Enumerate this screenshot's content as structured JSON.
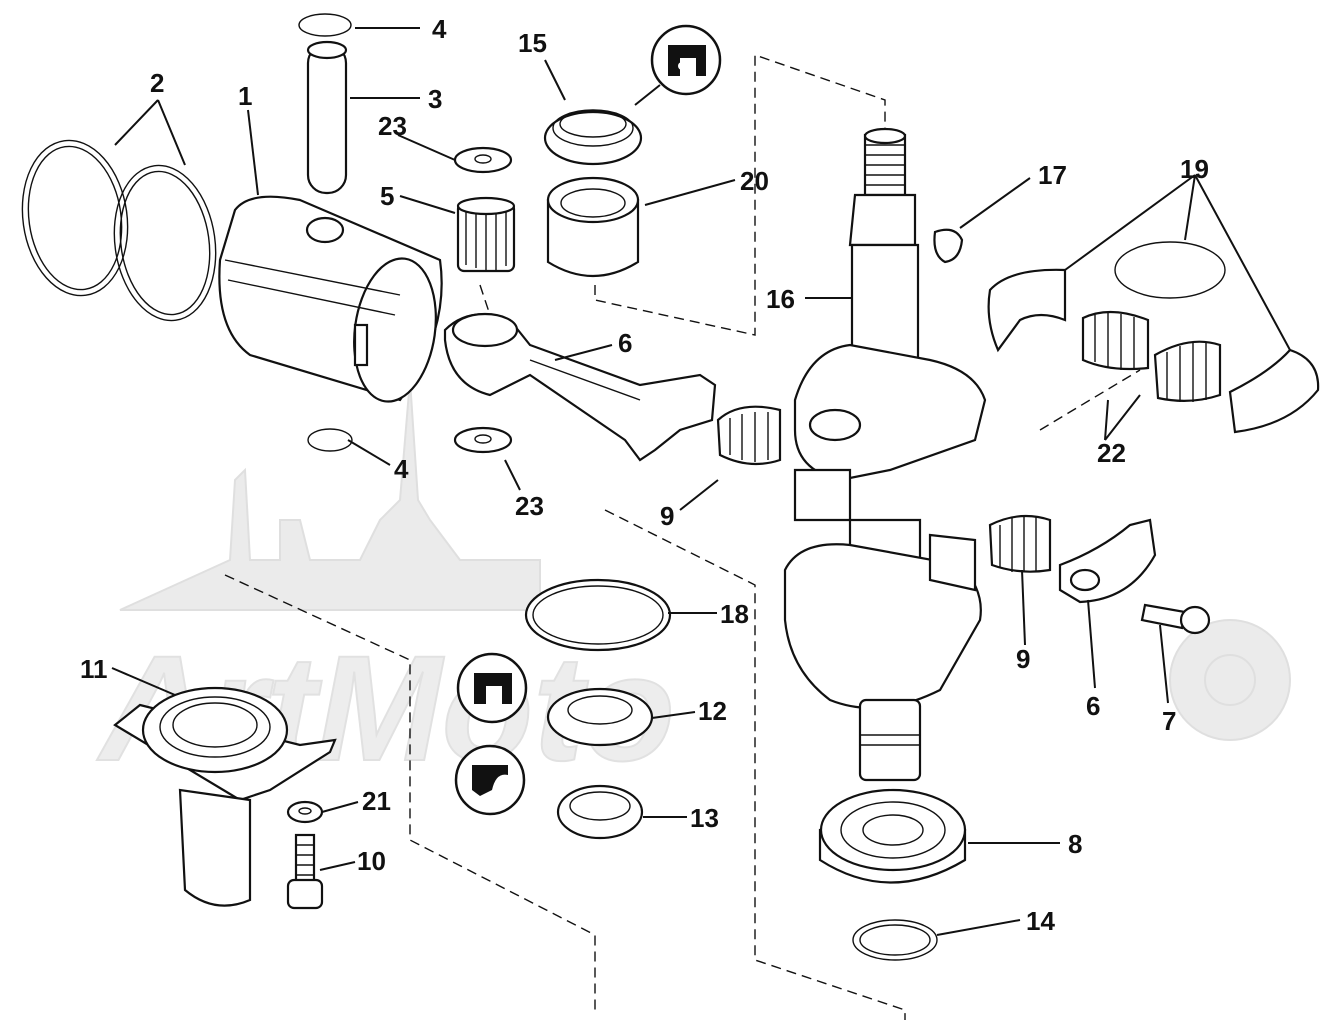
{
  "diagram": {
    "callouts": [
      {
        "id": "c1",
        "label": "1"
      },
      {
        "id": "c2",
        "label": "2"
      },
      {
        "id": "c3",
        "label": "3"
      },
      {
        "id": "c4a",
        "label": "4"
      },
      {
        "id": "c4b",
        "label": "4"
      },
      {
        "id": "c5",
        "label": "5"
      },
      {
        "id": "c6a",
        "label": "6"
      },
      {
        "id": "c6b",
        "label": "6"
      },
      {
        "id": "c7",
        "label": "7"
      },
      {
        "id": "c8",
        "label": "8"
      },
      {
        "id": "c9a",
        "label": "9"
      },
      {
        "id": "c9b",
        "label": "9"
      },
      {
        "id": "c10",
        "label": "10"
      },
      {
        "id": "c11",
        "label": "11"
      },
      {
        "id": "c12",
        "label": "12"
      },
      {
        "id": "c13",
        "label": "13"
      },
      {
        "id": "c14",
        "label": "14"
      },
      {
        "id": "c15",
        "label": "15"
      },
      {
        "id": "c16",
        "label": "16"
      },
      {
        "id": "c17",
        "label": "17"
      },
      {
        "id": "c18",
        "label": "18"
      },
      {
        "id": "c19",
        "label": "19"
      },
      {
        "id": "c20",
        "label": "20"
      },
      {
        "id": "c21",
        "label": "21"
      },
      {
        "id": "c22",
        "label": "22"
      },
      {
        "id": "c23a",
        "label": "23"
      },
      {
        "id": "c23b",
        "label": "23"
      }
    ],
    "sealant_icons": [
      "sealant-badge-icon",
      "sealant-badge-icon",
      "sealant-badge-icon"
    ]
  }
}
